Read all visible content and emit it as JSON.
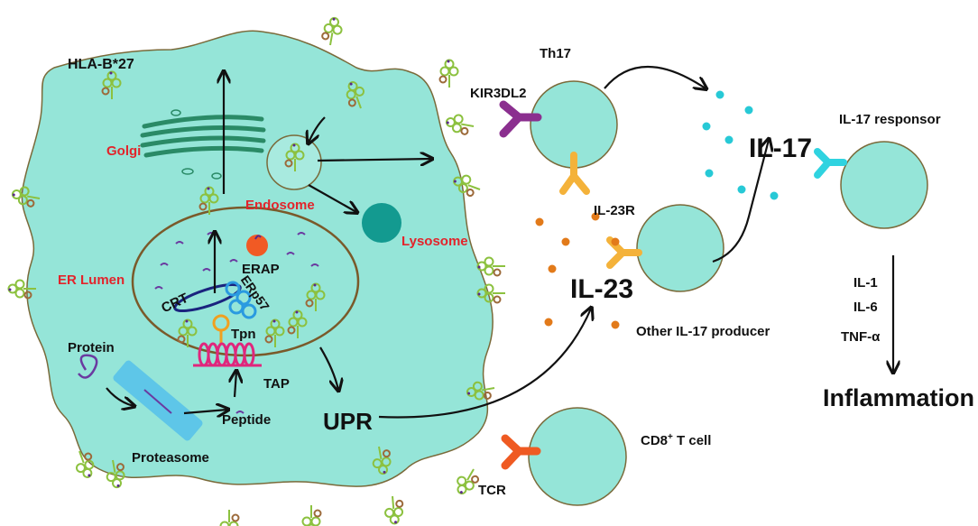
{
  "labels": {
    "hla": "HLA-B*27",
    "golgi": "Golgi",
    "endosome": "Endosome",
    "lysosome": "Lysosome",
    "er_lumen": "ER Lumen",
    "erap": "ERAP",
    "crt": "CRT",
    "erp57": "ERp57",
    "tpn": "Tpn",
    "tap": "TAP",
    "protein": "Protein",
    "peptide": "Peptide",
    "proteasome": "Proteasome",
    "upr": "UPR",
    "kir3dl2": "KIR3DL2",
    "th17": "Th17",
    "il23r": "IL-23R",
    "il23": "IL-23",
    "other_il17": "Other IL-17 producer",
    "il17": "IL-17",
    "il17_responsor": "IL-17 responsor",
    "il1": "IL-1",
    "il6": "IL-6",
    "tnf": "TNF-α",
    "inflammation": "Inflammation",
    "cd8_main": "CD8",
    "cd8_sup": "+",
    "cd8_rest": " T cell",
    "tcr": "TCR"
  },
  "colors": {
    "cell_fill": "#95e5d8",
    "label_red": "#e2242b",
    "il17_dot": "#27c9d6",
    "il23_dot": "#e27a1a",
    "kir_receptor": "#8b2f8f",
    "il23r_receptor": "#f4b23a",
    "il17_receptor": "#2fd3e0",
    "tcr_receptor": "#ef5a22",
    "lysosome": "#139a90",
    "erap": "#f15a24",
    "proteasome": "#5ec6e8",
    "hla_green": "#8cc13f"
  }
}
